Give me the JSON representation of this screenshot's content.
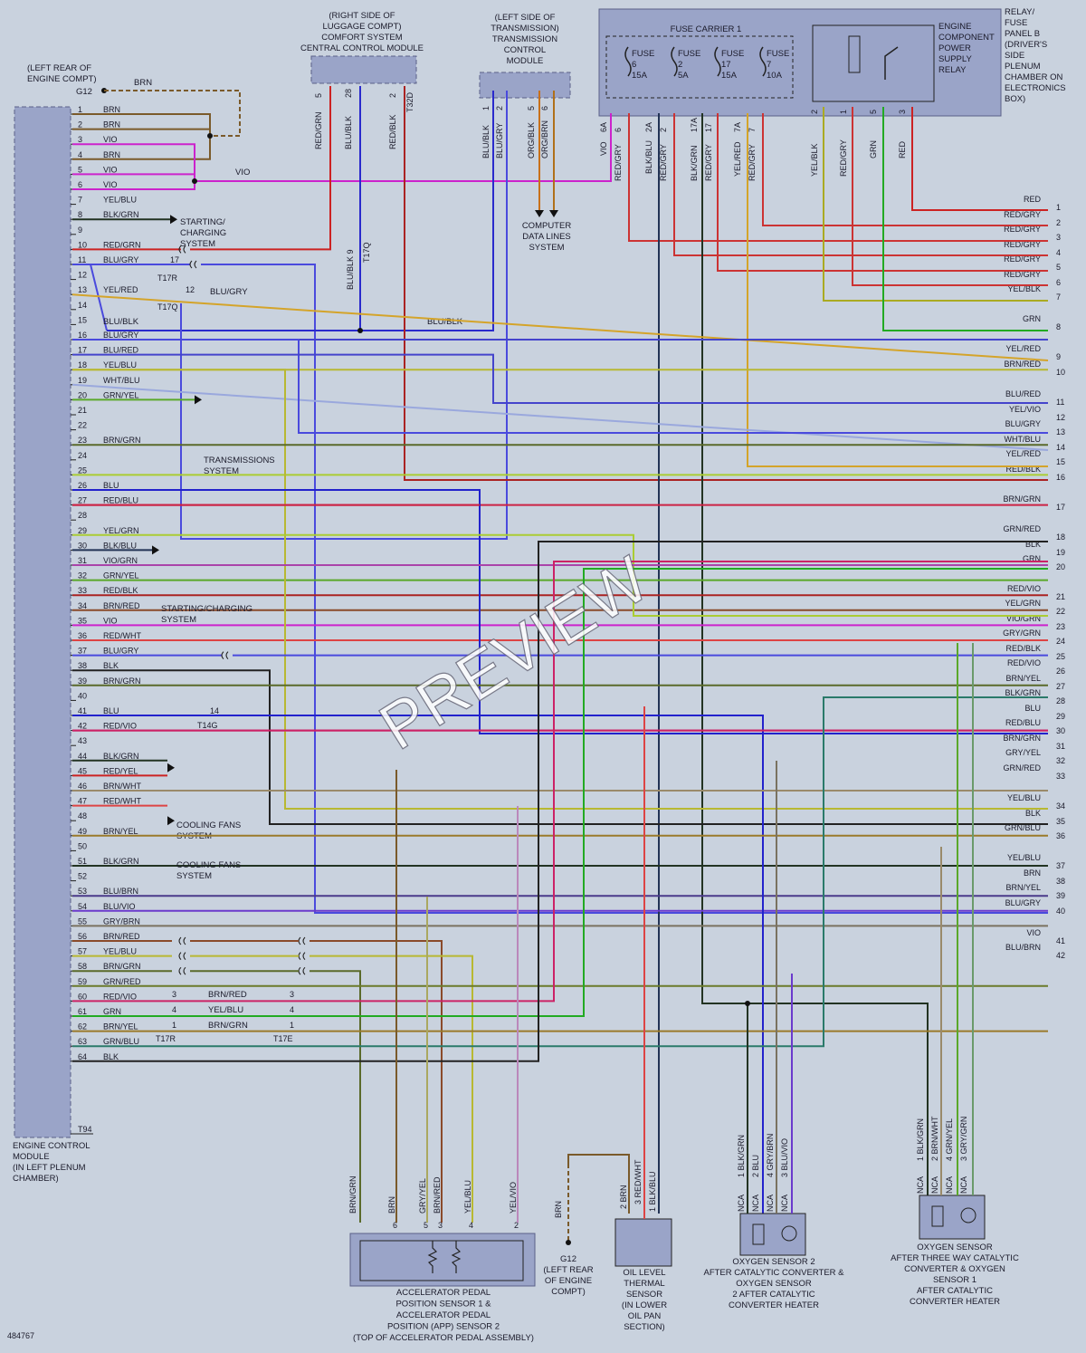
{
  "diagram_id": "484767",
  "watermark": "PREVIEW",
  "colors": {
    "BRN": "#7a5a2a",
    "VIO": "#cc22cc",
    "RED": "#cc2222",
    "BLU": "#2222cc",
    "YEL": "#cccc33",
    "GRN": "#22aa22",
    "GRY": "#8a8a8a",
    "BLK": "#222222",
    "ORG": "#e08a1a",
    "WHT": "#f2f2f2",
    "BLU/BLK": "#2a2acc",
    "BLU/GRY": "#4a4add",
    "BLU/RED": "#4444cc",
    "BLK/BLU": "#223355",
    "BLK/GRN": "#223322",
    "GRN/YEL": "#5aa82a",
    "RED/GRY": "#cc3333",
    "RED/BLU": "#cc2244",
    "RED/BLK": "#aa2222",
    "RED/VIO": "#cc2266",
    "RED/WHT": "#dd4444",
    "YEL/BLU": "#b8b832",
    "YEL/RED": "#d4a42a",
    "YEL/GRN": "#aacc33",
    "YEL/BLK": "#aaaa22",
    "BRN/RED": "#8a4a2a",
    "BRN/GRN": "#5a6a2a",
    "BRN/YEL": "#9a7a2a",
    "BRN/WHT": "#9a8a6a",
    "GRY/BRN": "#7a7260",
    "GRY/GRN": "#6a9a6a",
    "GRY/YEL": "#aaa860",
    "GRN/RED": "#6a7a2a",
    "GRN/BLU": "#2a7a6a",
    "WHT/BLU": "#9aa8dd",
    "VIO/GRN": "#aa44aa",
    "YEL/VIO": "#bb88bb",
    "ORG/BLK": "#c8701a",
    "ORG/BRN": "#b0701a",
    "BLU/VIO": "#6a3acc",
    "BLU/BRN": "#4a3a8a",
    "module_fill": "#9aa4c8",
    "module_stroke": "#5a6088"
  },
  "ecm": {
    "title": "ENGINE CONTROL\nMODULE\n(IN LEFT PLENUM\nCHAMBER)",
    "connector": "T94",
    "pins": [
      {
        "n": "1",
        "c": "BRN"
      },
      {
        "n": "2",
        "c": "BRN"
      },
      {
        "n": "3",
        "c": "VIO"
      },
      {
        "n": "4",
        "c": "BRN"
      },
      {
        "n": "5",
        "c": "VIO"
      },
      {
        "n": "6",
        "c": "VIO"
      },
      {
        "n": "7",
        "c": "YEL/BLU"
      },
      {
        "n": "8",
        "c": "BLK/GRN"
      },
      {
        "n": "9",
        "c": ""
      },
      {
        "n": "10",
        "c": "RED/GRN"
      },
      {
        "n": "11",
        "c": "BLU/GRY"
      },
      {
        "n": "12",
        "c": ""
      },
      {
        "n": "13",
        "c": "YEL/RED"
      },
      {
        "n": "14",
        "c": ""
      },
      {
        "n": "15",
        "c": ""
      },
      {
        "n": "16",
        "c": "BLU/GRY"
      },
      {
        "n": "17",
        "c": "BLU/RED"
      },
      {
        "n": "18",
        "c": "YEL/BLU"
      },
      {
        "n": "19",
        "c": "WHT/BLU"
      },
      {
        "n": "20",
        "c": "GRN/YEL"
      },
      {
        "n": "21",
        "c": ""
      },
      {
        "n": "22",
        "c": ""
      },
      {
        "n": "23",
        "c": "BRN/GRN"
      },
      {
        "n": "24",
        "c": ""
      },
      {
        "n": "25",
        "c": ""
      },
      {
        "n": "26",
        "c": "BLU"
      },
      {
        "n": "27",
        "c": "RED/BLU"
      },
      {
        "n": "28",
        "c": ""
      },
      {
        "n": "29",
        "c": "YEL/GRN"
      },
      {
        "n": "30",
        "c": "BLK/BLU"
      },
      {
        "n": "31",
        "c": "VIO/GRN"
      },
      {
        "n": "32",
        "c": "GRN/YEL"
      },
      {
        "n": "33",
        "c": "RED/BLK"
      },
      {
        "n": "34",
        "c": "BRN/RED"
      },
      {
        "n": "35",
        "c": "VIO"
      },
      {
        "n": "36",
        "c": "RED/WHT"
      },
      {
        "n": "37",
        "c": "BLU/GRY"
      },
      {
        "n": "38",
        "c": "BLK"
      },
      {
        "n": "39",
        "c": "BRN/GRN"
      },
      {
        "n": "40",
        "c": ""
      },
      {
        "n": "41",
        "c": "BLU"
      },
      {
        "n": "42",
        "c": "RED/VIO"
      },
      {
        "n": "43",
        "c": ""
      },
      {
        "n": "44",
        "c": "BLK/GRN"
      },
      {
        "n": "45",
        "c": "RED/YEL"
      },
      {
        "n": "46",
        "c": "BRN/WHT"
      },
      {
        "n": "47",
        "c": "RED/WHT"
      },
      {
        "n": "48",
        "c": ""
      },
      {
        "n": "49",
        "c": "BRN/YEL"
      },
      {
        "n": "50",
        "c": ""
      },
      {
        "n": "51",
        "c": "BLK/GRN"
      },
      {
        "n": "52",
        "c": ""
      },
      {
        "n": "53",
        "c": "BLU/BRN"
      },
      {
        "n": "54",
        "c": "BLU/VIO"
      },
      {
        "n": "55",
        "c": "GRY/BRN"
      },
      {
        "n": "56",
        "c": "BRN/RED"
      },
      {
        "n": "57",
        "c": "YEL/BLU"
      },
      {
        "n": "58",
        "c": "BRN/GRN"
      },
      {
        "n": "59",
        "c": "GRN/RED"
      },
      {
        "n": "60",
        "c": "RED/VIO"
      },
      {
        "n": "61",
        "c": "GRN"
      },
      {
        "n": "62",
        "c": "BRN/YEL"
      },
      {
        "n": "63",
        "c": "GRN/BLU"
      },
      {
        "n": "64",
        "c": "BLK"
      }
    ]
  },
  "right_pins": [
    {
      "n": "1",
      "c": "RED"
    },
    {
      "n": "2",
      "c": "RED/GRY"
    },
    {
      "n": "3",
      "c": "RED/GRY"
    },
    {
      "n": "4",
      "c": "RED/GRY"
    },
    {
      "n": "5",
      "c": "RED/GRY"
    },
    {
      "n": "6",
      "c": "RED/GRY"
    },
    {
      "n": "7",
      "c": "YEL/BLK"
    },
    {
      "n": "8",
      "c": "GRN"
    },
    {
      "n": "9",
      "c": "YEL/RED"
    },
    {
      "n": "10",
      "c": "BRN/RED"
    },
    {
      "n": "11",
      "c": "BLU/RED"
    },
    {
      "n": "12",
      "c": "YEL/VIO"
    },
    {
      "n": "13",
      "c": "BLU/GRY"
    },
    {
      "n": "14",
      "c": "WHT/BLU"
    },
    {
      "n": "15",
      "c": "YEL/RED"
    },
    {
      "n": "16",
      "c": "RED/BLK"
    },
    {
      "n": "17",
      "c": "BRN/GRN"
    },
    {
      "n": "18",
      "c": "GRN/RED"
    },
    {
      "n": "19",
      "c": "BLK"
    },
    {
      "n": "20",
      "c": "GRN"
    },
    {
      "n": "21",
      "c": "RED/VIO"
    },
    {
      "n": "22",
      "c": "YEL/GRN"
    },
    {
      "n": "23",
      "c": "VIO/GRN"
    },
    {
      "n": "24",
      "c": "GRY/GRN"
    },
    {
      "n": "25",
      "c": "RED/BLK"
    },
    {
      "n": "26",
      "c": "RED/VIO"
    },
    {
      "n": "27",
      "c": "BRN/YEL"
    },
    {
      "n": "28",
      "c": "BLK/GRN"
    },
    {
      "n": "29",
      "c": "BLU"
    },
    {
      "n": "30",
      "c": "RED/BLU"
    },
    {
      "n": "31",
      "c": "BRN/GRN"
    },
    {
      "n": "32",
      "c": "GRY/YEL"
    },
    {
      "n": "33",
      "c": "GRN/RED"
    },
    {
      "n": "34",
      "c": "YEL/BLU"
    },
    {
      "n": "35",
      "c": "BLK"
    },
    {
      "n": "36",
      "c": "GRN/BLU"
    },
    {
      "n": "37",
      "c": "YEL/BLU"
    },
    {
      "n": "38",
      "c": "BRN"
    },
    {
      "n": "39",
      "c": "BRN/YEL"
    },
    {
      "n": "40",
      "c": "BLU/GRY"
    },
    {
      "n": "41",
      "c": "VIO"
    },
    {
      "n": "42",
      "c": "BLU/BRN"
    }
  ],
  "labels": {
    "ground_loc": "(LEFT REAR OF\nENGINE COMPT)",
    "ground_name": "G12",
    "ground_wire": "BRN",
    "comfort_module": "(RIGHT SIDE OF\nLUGGAGE COMPT)\nCOMFORT SYSTEM\nCENTRAL CONTROL MODULE",
    "tcm": "(LEFT SIDE OF\nTRANSMISSION)\nTRANSMISSION\nCONTROL\nMODULE",
    "fuse_carrier": "FUSE CARRIER 1",
    "relay_panel": "RELAY/\nFUSE\nPANEL B\n(DRIVER'S\nSIDE\nPLENUM\nCHAMBER ON\nELECTRONICS\nBOX)",
    "relay": "ENGINE\nCOMPONENT\nPOWER\nSUPPLY\nRELAY",
    "data_lines": "COMPUTER\nDATA LINES\nSYSTEM",
    "starting_charging_1": "STARTING/\nCHARGING\nSYSTEM",
    "transmissions": "TRANSMISSIONS\nSYSTEM",
    "starting_charging_2": "STARTING/CHARGING\nSYSTEM",
    "cooling_1": "COOLING FANS\nSYSTEM",
    "cooling_2": "COOLING FANS\nSYSTEM",
    "app_sensor": "ACCELERATOR PEDAL\nPOSITION SENSOR 1 &\nACCELERATOR PEDAL\nPOSITION (APP) SENSOR 2\n(TOP OF ACCELERATOR PEDAL ASSEMBLY)",
    "ground_bottom": "G12\n(LEFT REAR\nOF ENGINE\nCOMPT)",
    "oil_sensor": "OIL LEVEL\nTHERMAL\nSENSOR\n(IN LOWER\nOIL PAN\nSECTION)",
    "o2_sensor_2": "OXYGEN SENSOR 2\nAFTER CATALYTIC CONVERTER &\nOXYGEN SENSOR\n2 AFTER CATALYTIC\nCONVERTER HEATER",
    "o2_sensor_1": "OXYGEN SENSOR\nAFTER THREE WAY CATALYTIC\nCONVERTER & OXYGEN\nSENSOR 1\nAFTER CATALYTIC\nCONVERTER HEATER"
  },
  "fuses": [
    {
      "name": "FUSE\n6\n15A",
      "in": "6",
      "out": "6A"
    },
    {
      "name": "FUSE\n2\n5A",
      "in": "2",
      "out": "2A"
    },
    {
      "name": "FUSE\n17\n15A",
      "in": "17",
      "out": "17A"
    },
    {
      "name": "FUSE\n7\n10A",
      "in": "7",
      "out": "7A"
    }
  ],
  "connectors": {
    "T17R": "T17R",
    "T17Q": "T17Q",
    "T32D": "T32D",
    "T14G": "T14G",
    "T17E": "T17E"
  },
  "vertical_labels": {
    "comfort": [
      {
        "pin": "5",
        "c": "RED/GRN"
      },
      {
        "pin": "28",
        "c": "BLU/BLK"
      },
      {
        "pin": "2",
        "c": "RED/BLK"
      }
    ],
    "tcm": [
      {
        "pin": "1",
        "c": "BLU/BLK"
      },
      {
        "pin": "2",
        "c": "BLU/GRY"
      },
      {
        "pin": "5",
        "c": "ORG/BLK"
      },
      {
        "pin": "6",
        "c": "ORG/BRN"
      }
    ],
    "fuse_wires": [
      {
        "pin": "6A",
        "c": "VIO"
      },
      {
        "pin": "6",
        "c": "RED/GRY"
      },
      {
        "pin": "2A",
        "c": "BLK/BLU"
      },
      {
        "pin": "2",
        "c": "RED/GRY"
      },
      {
        "pin": "17A",
        "c": "BLK/GRN"
      },
      {
        "pin": "17",
        "c": "RED/GRY"
      },
      {
        "pin": "7A",
        "c": "YEL/RED"
      },
      {
        "pin": "7",
        "c": "RED/GRY"
      }
    ],
    "relay_wires": [
      {
        "pin": "2",
        "c": "YEL/BLK"
      },
      {
        "pin": "1",
        "c": "RED/GRY"
      },
      {
        "pin": "5",
        "c": "GRN"
      },
      {
        "pin": "3",
        "c": "RED"
      }
    ],
    "blu_blk_9": "BLU/BLK 9",
    "app": [
      {
        "pin": "",
        "c": "BRN/GRN"
      },
      {
        "pin": "6",
        "c": "BRN"
      },
      {
        "pin": "5",
        "c": "GRY/YEL"
      },
      {
        "pin": "3",
        "c": "BRN/RED"
      },
      {
        "pin": "4",
        "c": "YEL/BLU"
      },
      {
        "pin": "2",
        "c": "YEL/VIO"
      }
    ],
    "oil": [
      {
        "pin": "2",
        "c": "BRN"
      },
      {
        "pin": "3",
        "c": "RED/WHT"
      },
      {
        "pin": "1",
        "c": "BLK/BLU"
      }
    ],
    "o2_2": [
      {
        "pin": "1",
        "c": "BLK/GRN"
      },
      {
        "pin": "2",
        "c": "BLU"
      },
      {
        "pin": "4",
        "c": "GRY/BRN"
      },
      {
        "pin": "3",
        "c": "BLU/VIO"
      }
    ],
    "o2_1": [
      {
        "pin": "1",
        "c": "BLK/GRN"
      },
      {
        "pin": "2",
        "c": "BRN/WHT"
      },
      {
        "pin": "4",
        "c": "GRN/YEL"
      },
      {
        "pin": "3",
        "c": "GRY/GRN"
      }
    ],
    "nca": "NCA",
    "brn_g12": "BRN"
  },
  "inline_labels": {
    "vio": "VIO",
    "red_grn": "RED/GRN",
    "blu_gry": "BLU/GRY",
    "blu_blk": "BLU/BLK",
    "brn_red": "BRN/RED",
    "yel_blu": "YEL/BLU",
    "brn_grn": "BRN/GRN",
    "pin17": "17",
    "pin12": "12",
    "pin14": "14",
    "pin3": "3",
    "pin4": "4",
    "pin1": "1"
  }
}
